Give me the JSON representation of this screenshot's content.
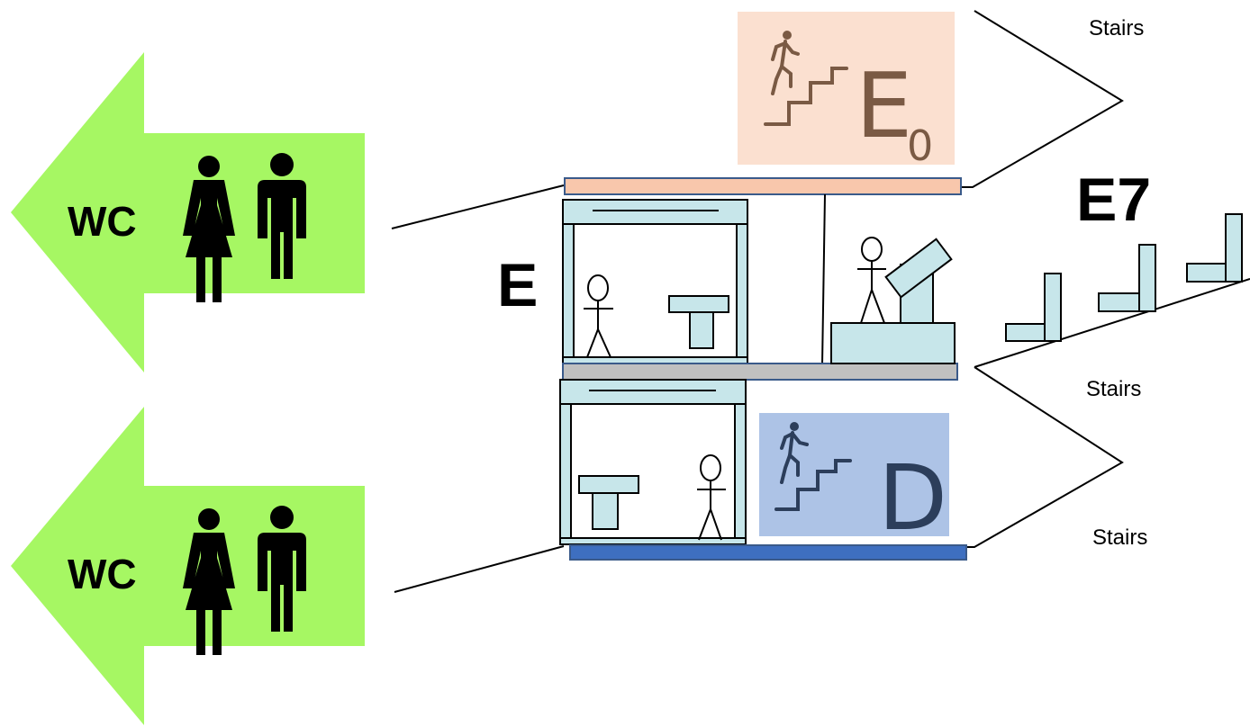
{
  "wc_signs": [
    {
      "label": "WC"
    },
    {
      "label": "WC"
    }
  ],
  "floor_labels": {
    "upper_floor": "E",
    "main_area": "E7"
  },
  "stairs_signs": {
    "upper": {
      "letter": "E",
      "subscript": "0",
      "icon": "stairs-climb-icon"
    },
    "lower": {
      "letter": "D",
      "icon": "stairs-climb-icon"
    }
  },
  "stairs_labels": [
    "Stairs",
    "Stairs",
    "Stairs"
  ],
  "colors": {
    "wc_arrow": "#a6f763",
    "upper_sign_bg": "#fbe0d0",
    "upper_sign_fg": "#7a5a44",
    "lower_sign_bg": "#adc3e6",
    "lower_sign_fg": "#2c3e5b",
    "structure_fill": "#c7e6ea",
    "upper_slab": "#f8c7ac",
    "middle_slab": "#c0c0c0",
    "lower_slab": "#3e6fc0"
  }
}
